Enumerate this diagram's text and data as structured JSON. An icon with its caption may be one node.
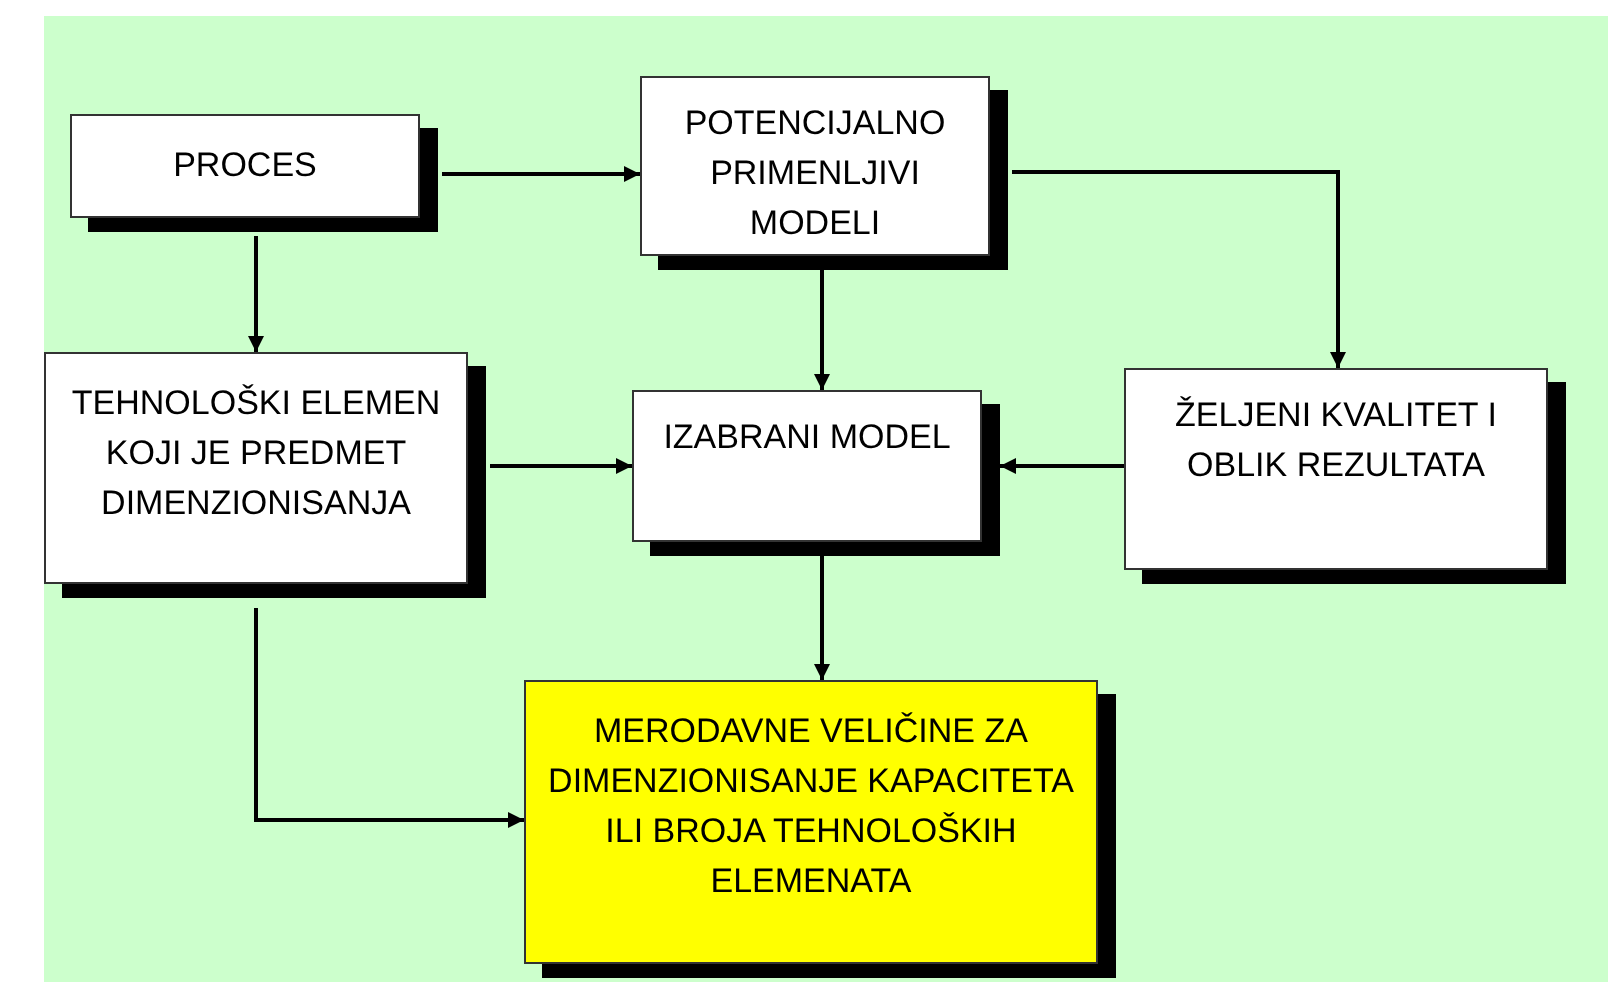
{
  "diagram": {
    "nodes": [
      {
        "text": [
          "PROCES"
        ]
      },
      {
        "text": [
          "POTENCIJALNO PRIMENLJIVI MODELI"
        ]
      },
      {
        "text": [
          "TEHNOLOŠKI ELEMEN KOJI JE PREDMET DIMENZIONISANJA"
        ]
      },
      {
        "text": [
          "IZABRANI MODEL"
        ]
      },
      {
        "text": [
          "ŽELJENI KVALITET I OBLIK REZULTATA"
        ]
      },
      {
        "text": [
          "MERODAVNE VELIČINE ZA DIMENZIONISANJE KAPACITETA ILI BROJA TEHNOLOŠKIH ELEMENATA"
        ]
      }
    ],
    "edges": [
      {
        "from": 0,
        "to": 1,
        "arrow": "to"
      },
      {
        "from": 0,
        "to": 2,
        "arrow": "to"
      },
      {
        "from": 1,
        "to": 3,
        "arrow": "to"
      },
      {
        "from": 1,
        "to": 4,
        "arrow": "to"
      },
      {
        "from": 2,
        "to": 3,
        "arrow": "to"
      },
      {
        "from": 4,
        "to": 3,
        "arrow": "to"
      },
      {
        "from": 3,
        "to": 5,
        "arrow": "to"
      },
      {
        "from": 2,
        "to": 5,
        "arrow": "to"
      }
    ]
  }
}
